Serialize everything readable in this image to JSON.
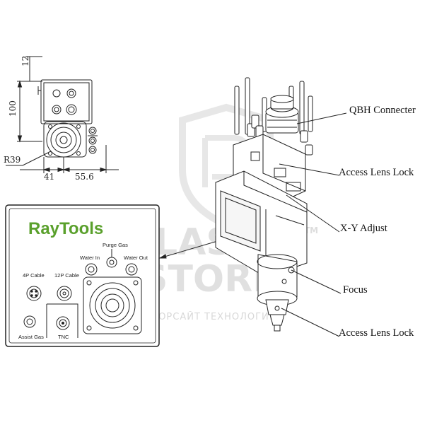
{
  "dimensions": {
    "top": "12",
    "height": "100",
    "radius": "R39",
    "width_left": "41",
    "width_right": "55.6"
  },
  "callouts": {
    "qbh": "QBH Connecter",
    "lens_lock_top": "Access Lens Lock",
    "xy_adjust": "X-Y Adjust",
    "focus": "Focus",
    "lens_lock_bottom": "Access Lens Lock"
  },
  "inset": {
    "brand": "RayTools",
    "purge_gas": "Purge Gas",
    "water_in": "Water In",
    "water_out": "Water Out",
    "cable_4p": "4P Cable",
    "cable_12p": "12P Cable",
    "assist_gas": "Assist Gas",
    "tnc": "TNC"
  },
  "watermark": {
    "line1": "LASER",
    "line2": "STORE",
    "tm": "TM",
    "sub": "ФОРСАЙТ ТЕХНОЛОГИИ"
  },
  "colors": {
    "brand_green": "#5aa02c",
    "watermark_gray": "#c8c8c8",
    "line": "#222222"
  }
}
